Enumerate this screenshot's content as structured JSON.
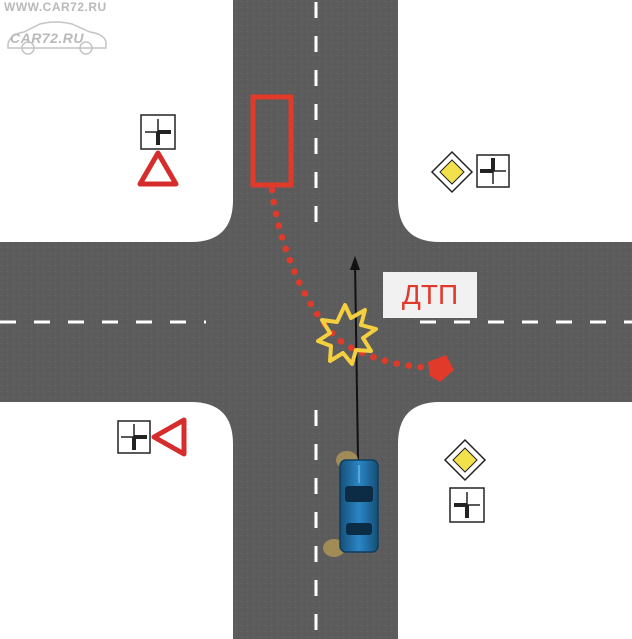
{
  "watermark": {
    "line1": "WWW.CAR72.RU",
    "line2": "CAR72.RU"
  },
  "crash_label": "ДТП",
  "colors": {
    "asphalt": "#5c5c5c",
    "lane_marking": "#ffffff",
    "trajectory": "#e23a2a",
    "car_body": "#1f78b4",
    "priority_sign_fill": "#f3e14b",
    "yield_sign_border": "#d62c2c",
    "crash_star": "#f4d03f"
  },
  "signs": [
    {
      "type": "yield",
      "icon": "yield-sign-icon"
    },
    {
      "type": "intersection-plate",
      "icon": "intersection-plate-icon"
    },
    {
      "type": "priority-road",
      "icon": "priority-road-sign-icon"
    }
  ]
}
